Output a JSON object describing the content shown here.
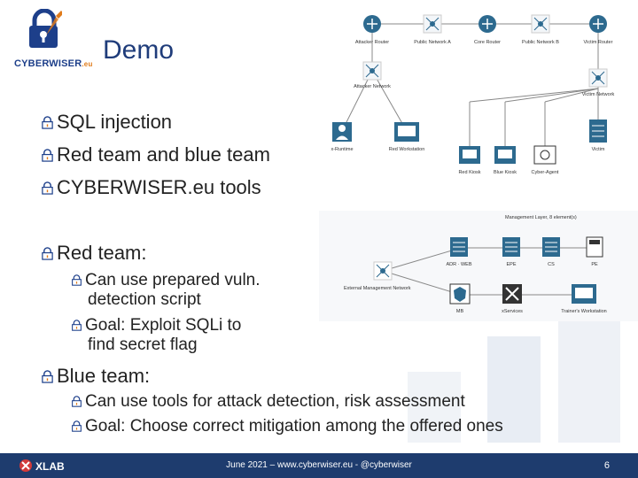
{
  "slide": {
    "title": "Demo",
    "logo": {
      "text_main": "CYBERWISER",
      "text_domain": ".eu",
      "icon": "lock-pencil-icon"
    },
    "bullets_top": [
      "SQL injection",
      "Red team and blue team",
      "CYBERWISER.eu tools"
    ],
    "red_team": {
      "heading": "Red team:",
      "items": [
        {
          "line1": "Can use prepared vuln.",
          "line2": "detection script"
        },
        {
          "line1": "Goal: Exploit SQLi to",
          "line2": "find secret flag"
        }
      ]
    },
    "blue_team": {
      "heading": "Blue team:",
      "items": [
        "Can use tools for attack detection, risk assessment",
        "Goal: Choose correct mitigation among the offered ones"
      ]
    }
  },
  "diagram_top": {
    "nodes": [
      {
        "label": "Attacker Router",
        "icon": "router-icon"
      },
      {
        "label": "Public Network A",
        "icon": "network-hub-icon"
      },
      {
        "label": "Core Router",
        "icon": "router-icon"
      },
      {
        "label": "Public Network B",
        "icon": "network-hub-icon"
      },
      {
        "label": "Victim Router",
        "icon": "router-icon"
      },
      {
        "label": "Attacker Network",
        "icon": "network-hub-icon"
      },
      {
        "label": "Victim Network",
        "icon": "network-hub-icon"
      },
      {
        "label": "x-Runtime",
        "icon": "user-icon"
      },
      {
        "label": "Red Workstation",
        "icon": "workstation-icon"
      },
      {
        "label": "Victim",
        "icon": "server-icon"
      },
      {
        "label": "Red Kiosk",
        "icon": "kiosk-icon"
      },
      {
        "label": "Blue Kiosk",
        "icon": "kiosk-icon"
      },
      {
        "label": "Cyber-Agent",
        "icon": "agent-icon"
      }
    ]
  },
  "diagram_bottom": {
    "header": "Management Layer, 8 element(s)",
    "nodes": [
      {
        "label": "ADR · WEB",
        "icon": "server-icon"
      },
      {
        "label": "EPE",
        "icon": "server-icon"
      },
      {
        "label": "CS",
        "icon": "server-icon"
      },
      {
        "label": "PE",
        "icon": "calculator-icon"
      },
      {
        "label": "External Management Network",
        "icon": "network-hub-icon"
      },
      {
        "label": "MB",
        "icon": "shield-icon"
      },
      {
        "label": "xServices",
        "icon": "xlab-icon"
      },
      {
        "label": "Trainer's Workstation",
        "icon": "workstation-icon"
      }
    ]
  },
  "footer": {
    "text": "June 2021 – www.cyberwiser.eu - @cyberwiser",
    "page": "6",
    "logo_text": "XLAB"
  },
  "colors": {
    "title": "#1f3c7a",
    "footer_bg": "#1e3c6e",
    "node_blue": "#2d6a8f",
    "logo_orange": "#e07b1a"
  }
}
